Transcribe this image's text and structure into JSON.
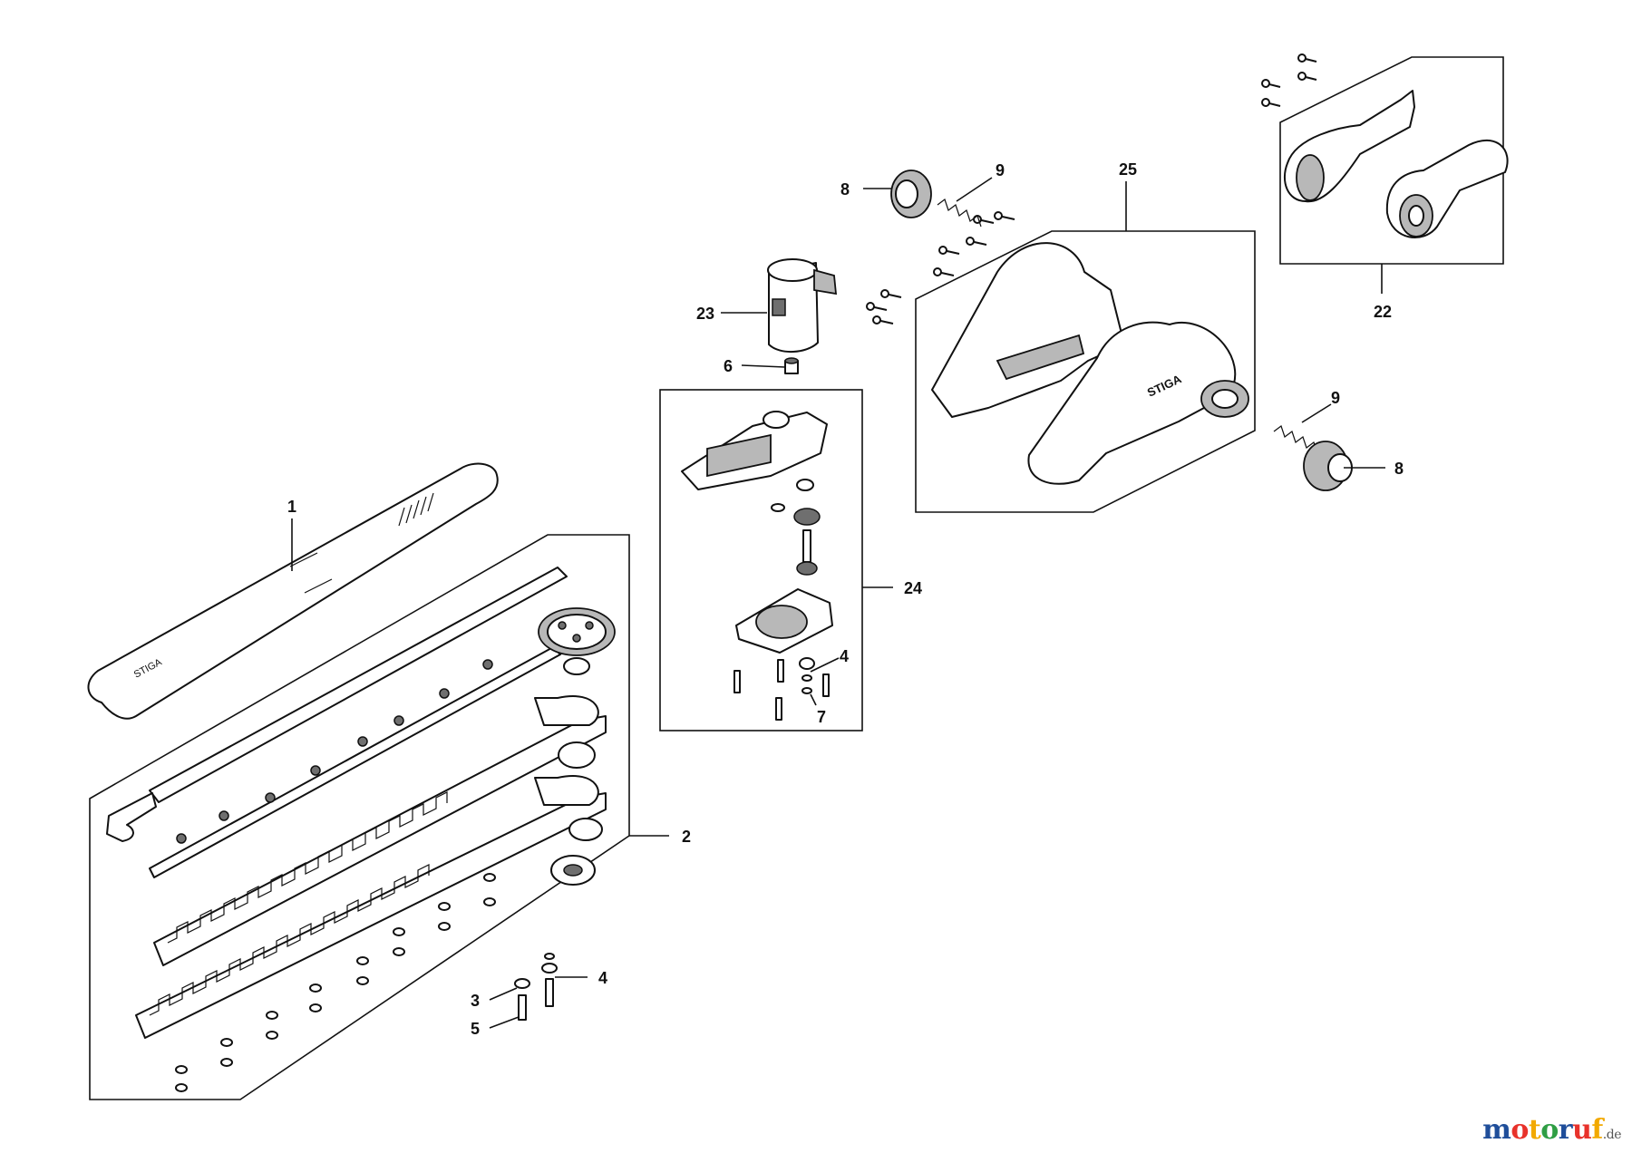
{
  "callouts": {
    "c1": "1",
    "c2": "2",
    "c3": "3",
    "c4a": "4",
    "c4b": "4",
    "c5": "5",
    "c6": "6",
    "c7": "7",
    "c8a": "8",
    "c8b": "8",
    "c9a": "9",
    "c9b": "9",
    "c22": "22",
    "c23": "23",
    "c24": "24",
    "c25": "25"
  },
  "brand": {
    "cover_logo": "STIGA",
    "housing_logo": "STIGA"
  },
  "watermark": {
    "name": "motoruf",
    "suffix": ".de",
    "colors": [
      "#1f4e9a",
      "#e8322b",
      "#f2a900",
      "#2f9e44"
    ]
  }
}
